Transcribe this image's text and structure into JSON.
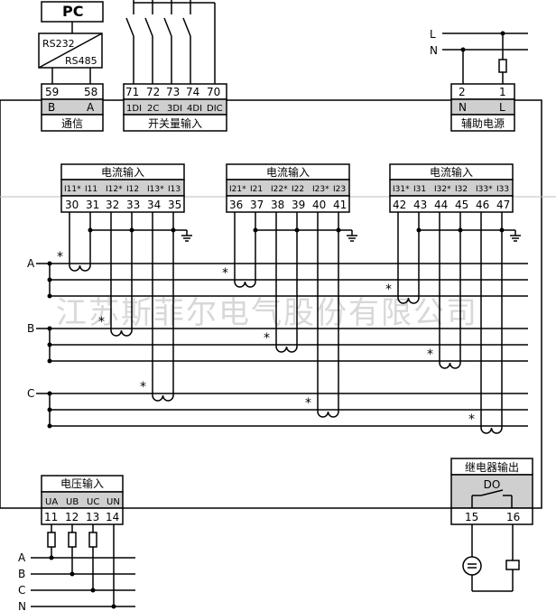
{
  "pc_module": {
    "title": "PC",
    "rs232": "RS232",
    "rs485": "RS485"
  },
  "comm_block": {
    "numbers": [
      "59",
      "58"
    ],
    "codes": [
      "B",
      "A"
    ],
    "label": "通信"
  },
  "switch_block": {
    "numbers": [
      "71",
      "72",
      "73",
      "74",
      "70"
    ],
    "codes": [
      "1DI",
      "2C",
      "3DI",
      "4DI",
      "DIC"
    ],
    "label": "开关量输入"
  },
  "aux_power_block": {
    "numbers": [
      "2",
      "1"
    ],
    "codes": [
      "N",
      "L"
    ],
    "label": "辅助电源"
  },
  "supply_lines": [
    "L",
    "N"
  ],
  "current_blocks": [
    {
      "label": "电流输入",
      "codes": [
        "I11*",
        "I11",
        "I12*",
        "I12",
        "I13*",
        "I13"
      ],
      "numbers": [
        "30",
        "31",
        "32",
        "33",
        "34",
        "35"
      ]
    },
    {
      "label": "电流输入",
      "codes": [
        "I21*",
        "I21",
        "I22*",
        "I22",
        "I23*",
        "I23"
      ],
      "numbers": [
        "36",
        "37",
        "38",
        "39",
        "40",
        "41"
      ]
    },
    {
      "label": "电流输入",
      "codes": [
        "I31*",
        "I31",
        "I32*",
        "I32",
        "I33*",
        "I33"
      ],
      "numbers": [
        "42",
        "43",
        "44",
        "45",
        "46",
        "47"
      ]
    }
  ],
  "phase_labels": [
    "A",
    "B",
    "C"
  ],
  "watermark": "江苏斯菲尔电气股份有限公司",
  "voltage_block": {
    "label": "电压输入",
    "codes": [
      "UA",
      "UB",
      "UC",
      "UN"
    ],
    "numbers": [
      "11",
      "12",
      "13",
      "14"
    ]
  },
  "voltage_lines": [
    "A",
    "B",
    "C",
    "N"
  ],
  "relay_block": {
    "label": "继电器输出",
    "inner_label": "DO",
    "numbers": [
      "15",
      "16"
    ]
  },
  "colors": {
    "line": "#000000",
    "header_fill": "#cfcfcf",
    "watermark": "#d8d8d8",
    "background": "#ffffff"
  }
}
